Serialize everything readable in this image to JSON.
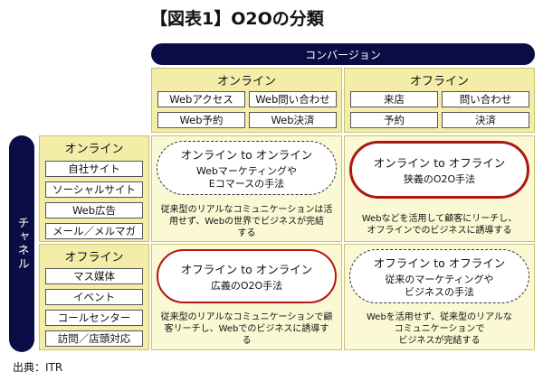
{
  "title": "【図表1】O2Oの分類",
  "source": "出典：ITR",
  "conversion": {
    "label": "コンバージョン",
    "online": {
      "label": "オンライン",
      "items": [
        "Webアクセス",
        "Web問い合わせ",
        "Web予約",
        "Web決済"
      ]
    },
    "offline": {
      "label": "オフライン",
      "items": [
        "来店",
        "問い合わせ",
        "予約",
        "決済"
      ]
    }
  },
  "channel": {
    "label": "チャネル",
    "online": {
      "label": "オンライン",
      "items": [
        "自社サイト",
        "ソーシャルサイト",
        "Web広告",
        "メール／メルマガ"
      ]
    },
    "offline": {
      "label": "オフライン",
      "items": [
        "マス媒体",
        "イベント",
        "コールセンター",
        "訪問／店頭対応"
      ]
    }
  },
  "cells": {
    "on_on": {
      "title": "オンライン to オンライン",
      "subtitle": "Webマーケティングや\nEコマースの手法",
      "description": "従来型のリアルなコミュニケーションは活\n用せず、Webの世界でビジネスが完結\nする"
    },
    "on_off": {
      "title": "オンライン to オフライン",
      "subtitle": "狭義のO2O手法",
      "description": "Webなどを活用して顧客にリーチし、\nオフラインでのビジネスに誘導する"
    },
    "off_on": {
      "title": "オフライン to オンライン",
      "subtitle": "広義のO2O手法",
      "description": "従来型のリアルなコミュニケーションで顧\n客リーチし、Webでのビジネスに誘導す\nる"
    },
    "off_off": {
      "title": "オフライン to オフライン",
      "subtitle": "従来のマーケティングや\nビジネスの手法",
      "description": "Webを活用せず、従来型のリアルな\nコミュニケーションで\nビジネスが完結する"
    }
  },
  "colors": {
    "bar": "#0b0b45",
    "panel": "#f3eda8",
    "cell": "#fbf8d4",
    "highlight": "#b01515"
  }
}
